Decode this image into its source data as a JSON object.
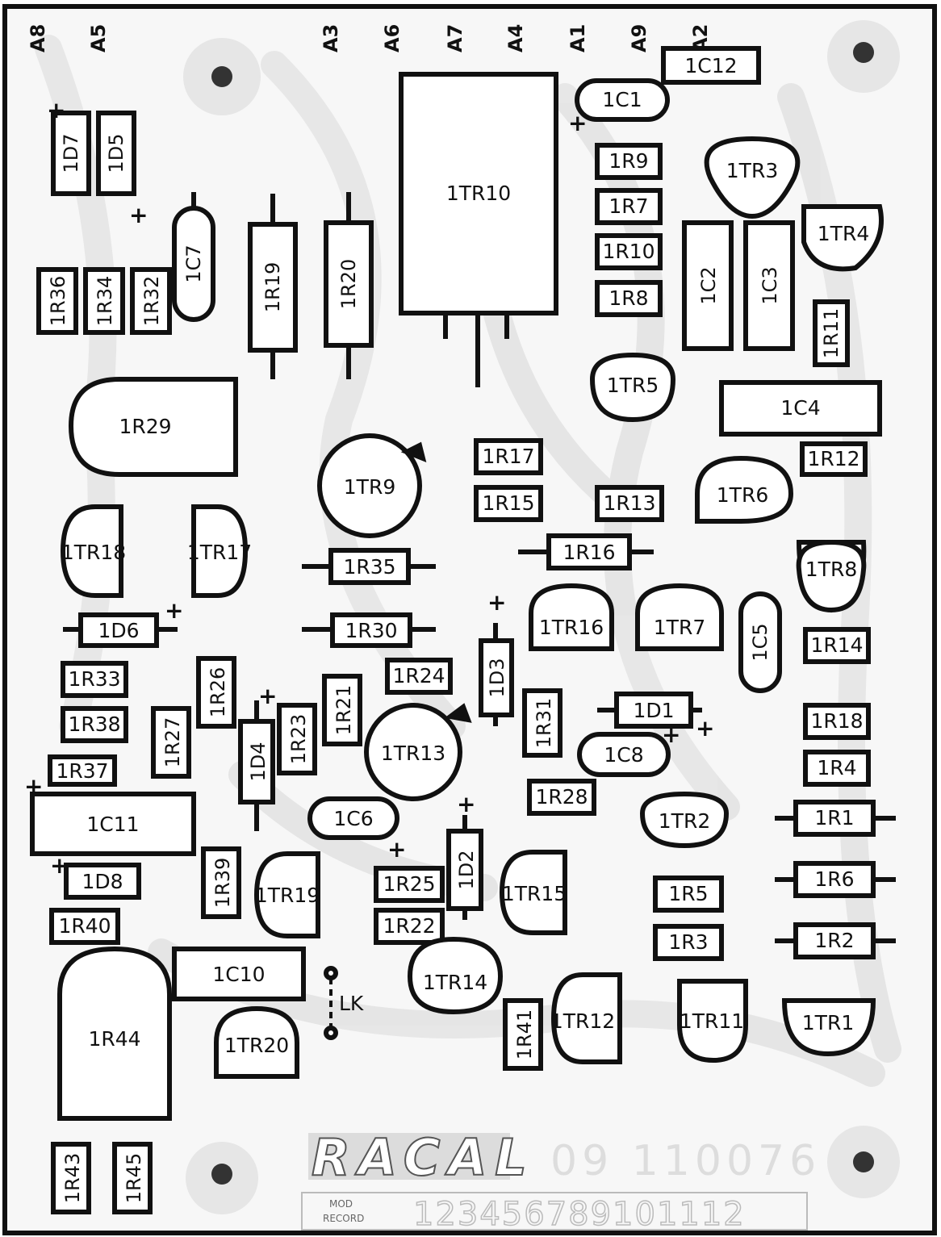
{
  "pins": [
    "A8",
    "A5",
    "A3",
    "A6",
    "A7",
    "A4",
    "A1",
    "A9",
    "A2"
  ],
  "components": {
    "C12": "1C12",
    "C1": "1C1",
    "R9": "1R9",
    "R7": "1R7",
    "R10": "1R10",
    "R8": "1R8",
    "TR10": "1TR10",
    "TR3": "1TR3",
    "TR4": "1TR4",
    "C2": "1C2",
    "C3": "1C3",
    "R11": "1R11",
    "D7": "1D7",
    "D5": "1D5",
    "C7": "1C7",
    "R19": "1R19",
    "R20": "1R20",
    "R36": "1R36",
    "R34": "1R34",
    "R32": "1R32",
    "TR5": "1TR5",
    "C4": "1C4",
    "R12": "1R12",
    "R29": "1R29",
    "TR9": "1TR9",
    "R17": "1R17",
    "R15": "1R15",
    "R13": "1R13",
    "TR6": "1TR6",
    "R16": "1R16",
    "TR18": "1TR18",
    "TR17": "1TR17",
    "R35": "1R35",
    "TR8": "1TR8",
    "TR16": "1TR16",
    "TR7": "1TR7",
    "C5": "1C5",
    "R14": "1R14",
    "D6": "1D6",
    "R30": "1R30",
    "D3": "1D3",
    "R24": "1R24",
    "R33": "1R33",
    "R26": "1R26",
    "R21": "1R21",
    "D1": "1D1",
    "R18": "1R18",
    "R38": "1R38",
    "R27": "1R27",
    "R23": "1R23",
    "D4": "1D4",
    "TR13": "1TR13",
    "R31": "1R31",
    "C8": "1C8",
    "R4": "1R4",
    "R37": "1R37",
    "R28": "1R28",
    "C11": "1C11",
    "C6": "1C6",
    "TR2": "1TR2",
    "R1": "1R1",
    "D2": "1D2",
    "R39": "1R39",
    "TR19": "1TR19",
    "R25": "1R25",
    "TR15": "1TR15",
    "R6": "1R6",
    "D8": "1D8",
    "R5": "1R5",
    "R22": "1R22",
    "R40": "1R40",
    "R3": "1R3",
    "R2": "1R2",
    "C10": "1C10",
    "TR14": "1TR14",
    "LK": "LK",
    "TR12": "1TR12",
    "R41": "1R41",
    "TR11": "1TR11",
    "TR1": "1TR1",
    "R44": "1R44",
    "TR20": "1TR20",
    "R43": "1R43",
    "R45": "1R45"
  },
  "brand": "RACAL",
  "part_number": "09 110076",
  "mod_label_1": "MOD",
  "mod_label_2": "RECORD",
  "mod_numbers": "123456789101112"
}
